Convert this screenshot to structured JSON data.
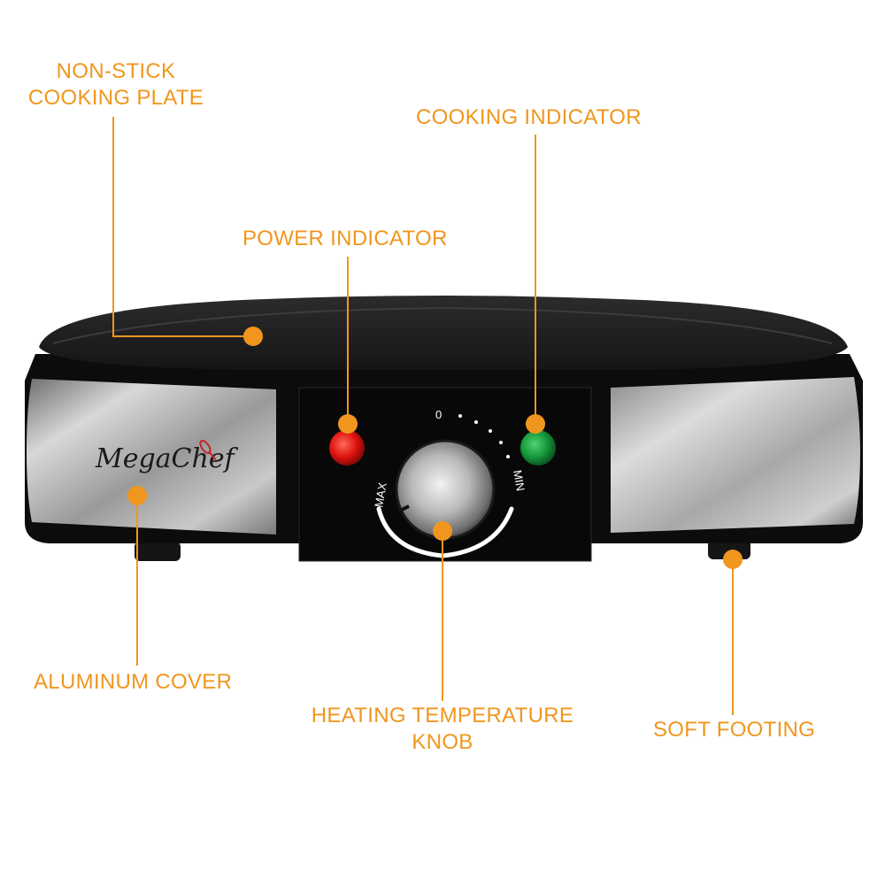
{
  "brand": {
    "logo_text": "MegaChef"
  },
  "dial": {
    "zero_label": "0",
    "max_label": "MAX",
    "min_label": "MIN"
  },
  "callouts": {
    "cooking_plate": "NON-STICK\nCOOKING PLATE",
    "cooking_indicator": "COOKING INDICATOR",
    "power_indicator": "POWER INDICATOR",
    "aluminum_cover": "ALUMINUM COVER",
    "temperature_knob": "HEATING TEMPERATURE\nKNOB",
    "soft_footing": "SOFT FOOTING"
  },
  "colors": {
    "callout": "#f0961e",
    "power_light": "#e0140f",
    "cooking_light": "#179a3c",
    "body": "#0c0c0c",
    "steel": "#b4b4b4"
  },
  "icons": [
    "whisk-icon"
  ]
}
